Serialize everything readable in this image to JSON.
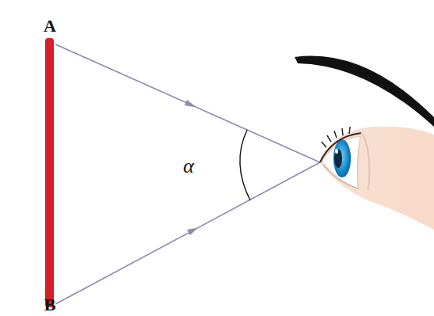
{
  "diagram": {
    "labels": [
      "A",
      "B",
      "α"
    ]
  }
}
